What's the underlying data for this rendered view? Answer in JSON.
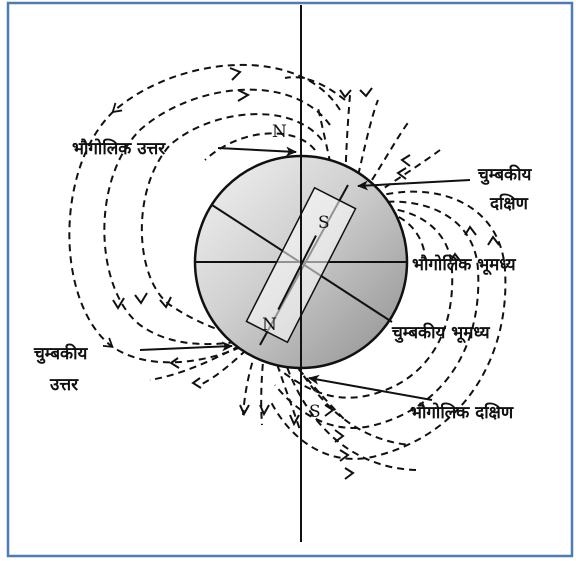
{
  "labels": {
    "geographic_north": "भौगोलिक उत्तर",
    "magnetic_south_1": "चुम्बकीय",
    "magnetic_south_2": "दक्षिण",
    "geographic_equator": "भौगोलिक भूमध्य",
    "magnetic_equator": "चुम्बकीय भूमध्य",
    "magnetic_north_1": "चुम्बकीय",
    "magnetic_north_2": "उत्तर",
    "geographic_south": "भौगोलिक दक्षिण"
  },
  "poles": {
    "axis_north": "N",
    "axis_south": "S",
    "magnet_south": "S",
    "magnet_north": "N"
  },
  "colors": {
    "frame": "#4f7bb5",
    "ink": "#111111",
    "globe_light": "#ffffff",
    "globe_dark": "#8f8f8f"
  }
}
